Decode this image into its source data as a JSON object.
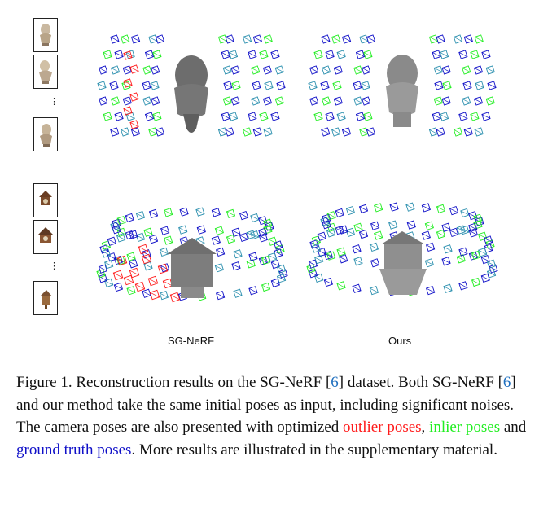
{
  "panels": {
    "left_label": "SG-NeRF",
    "right_label": "Ours"
  },
  "thumbnails": {
    "ellipsis": "⋮"
  },
  "legend_colors": {
    "outlier": "#ff1a1a",
    "inlier": "#22ee22",
    "ground_truth": "#1010c8"
  },
  "caption": {
    "label": "Figure 1.",
    "text1": " Reconstruction results on the SG-NeRF [",
    "ref1": "6",
    "text2": "] dataset. Both SG-NeRF [",
    "ref2": "6",
    "text3": "] and our method take the same initial poses as input, including significant noises. The camera poses are also presented with optimized ",
    "outlier": "outlier poses",
    "sep1": ", ",
    "inlier": "inlier poses",
    "sep2": " and ",
    "gt": "ground truth poses",
    "text4": ". More results are illustrated in the supplementary material."
  }
}
